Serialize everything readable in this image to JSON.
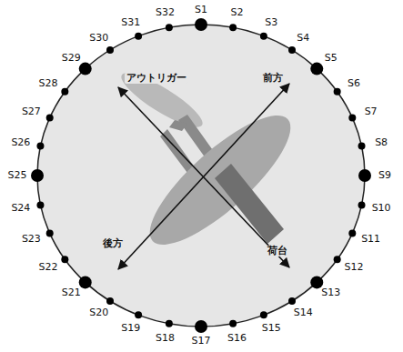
{
  "diagram": {
    "labels": [
      "S1",
      "S2",
      "S3",
      "S4",
      "S5",
      "S6",
      "S7",
      "S8",
      "S9",
      "S10",
      "S11",
      "S12",
      "S13",
      "S14",
      "S15",
      "S16",
      "S17",
      "S18",
      "S19",
      "S20",
      "S21",
      "S22",
      "S23",
      "S24",
      "S25",
      "S26",
      "S27",
      "S28",
      "S29",
      "S30",
      "S31",
      "S32",
      "アウトリガー",
      "前方",
      "後方",
      "荷台"
    ]
  }
}
